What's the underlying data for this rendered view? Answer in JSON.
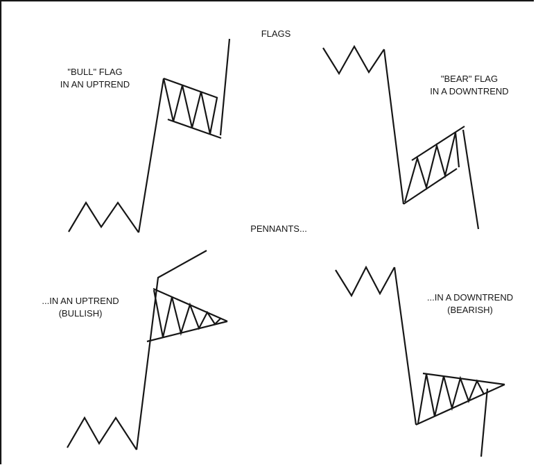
{
  "page": {
    "background": "#ffffff",
    "ink_color": "#161616"
  },
  "titles": {
    "flags": "FLAGS",
    "pennants": "PENNANTS..."
  },
  "figures": {
    "bull_flag": {
      "label_line1": "\"BULL\" FLAG",
      "label_line2": "IN AN UPTREND"
    },
    "bear_flag": {
      "label_line1": "\"BEAR\" FLAG",
      "label_line2": "IN A DOWNTREND"
    },
    "bull_pennant": {
      "label_line1": "...IN AN UPTREND",
      "label_line2": "(BULLISH)"
    },
    "bear_pennant": {
      "label_line1": "...IN A DOWNTREND",
      "label_line2": "(BEARISH)"
    }
  }
}
